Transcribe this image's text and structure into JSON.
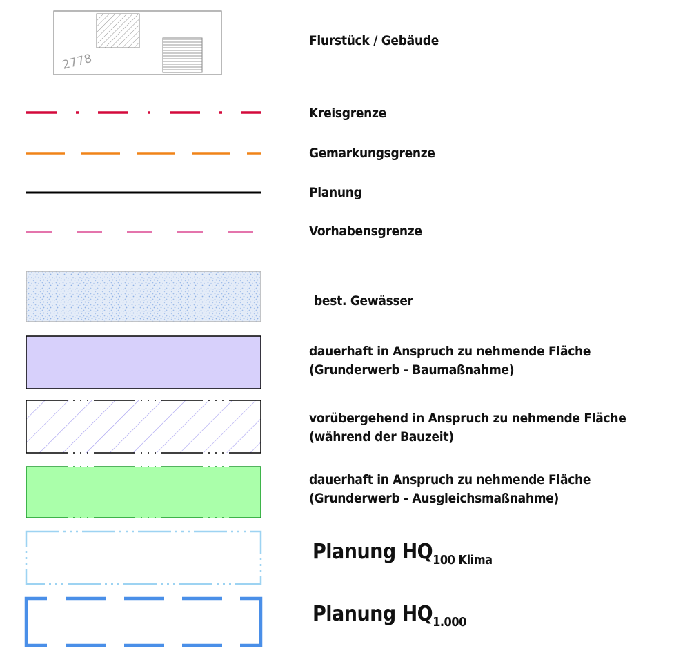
{
  "legend": {
    "parcel": {
      "number": "2778",
      "label": "Flurstück / Gebäude"
    },
    "kreisgrenze": {
      "label": "Kreisgrenze",
      "color": "#d40a3c"
    },
    "gemarkungsgrenze": {
      "label": "Gemarkungsgrenze",
      "color": "#f08418"
    },
    "planung": {
      "label": "Planung",
      "color": "#000000"
    },
    "vorhabensgrenze": {
      "label": "Vorhabensgrenze",
      "color": "#d4217a"
    },
    "gewaesser": {
      "label": "best. Gewässer",
      "color": "#a9c4ec"
    },
    "dauerhaft_bau": {
      "line1": "dauerhaft in Anspruch zu nehmende Fläche",
      "line2": "(Grunderwerb - Baumaßnahme)",
      "color": "#d7d0fb"
    },
    "voruebergehend": {
      "line1": "vorübergehend in Anspruch zu nehmende Fläche",
      "line2": "(während der Bauzeit)",
      "color": "#a49cf0"
    },
    "dauerhaft_ausgleich": {
      "line1": "dauerhaft in Anspruch zu nehmende Fläche",
      "line2": "(Grunderwerb - Ausgleichsmaßnahme)",
      "color": "#aaffaa"
    },
    "hq100": {
      "main": "Planung HQ",
      "sub": "100 Klima",
      "color": "#9dd3f2"
    },
    "hq1000": {
      "main": "Planung HQ",
      "sub": "1.000",
      "color": "#4a8fe8"
    }
  }
}
